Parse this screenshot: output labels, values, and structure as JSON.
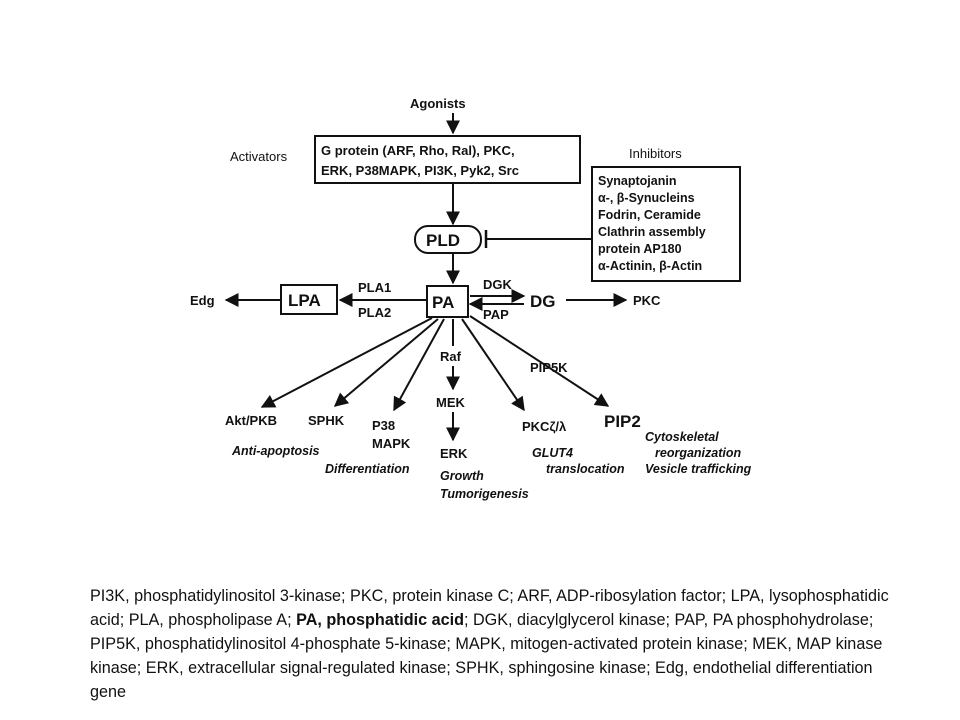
{
  "diagram": {
    "agonists": "Agonists",
    "activators_label": "Activators",
    "activators_line1": "G protein (ARF, Rho, Ral), PKC,",
    "activators_line2": "ERK, P38MAPK, PI3K, Pyk2, Src",
    "inhibitors_title": "Inhibitors",
    "inhibitors": [
      "Synaptojanin",
      "α-, β-Synucleins",
      "Fodrin, Ceramide",
      "Clathrin assembly",
      "protein AP180",
      "α-Actinin, β-Actin"
    ],
    "pld": "PLD",
    "pa": "PA",
    "lpa": "LPA",
    "edg": "Edg",
    "pla1": "PLA1",
    "pla2": "PLA2",
    "dgk": "DGK",
    "pap": "PAP",
    "dg": "DG",
    "pkc": "PKC",
    "raf": "Raf",
    "mek": "MEK",
    "erk": "ERK",
    "growth": "Growth",
    "tumorigenesis": "Tumorigenesis",
    "pip5k": "PIP5K",
    "pip2": "PIP2",
    "cytoskeletal": "Cytoskeletal",
    "reorganization": "reorganization",
    "vesicle": "Vesicle trafficking",
    "aktpkb": "Akt/PKB",
    "anti_apoptosis": "Anti-apoptosis",
    "sphk": "SPHK",
    "p38": "P38",
    "mapk": "MAPK",
    "differentiation": "Differentiation",
    "pkc_zeta": "PKCζ/λ",
    "glut4": "GLUT4",
    "translocation": "translocation"
  },
  "caption": {
    "part1": "PI3K, phosphatidylinositol 3-kinase; PKC, protein kinase C; ARF, ADP-ribosylation factor; LPA, lysophosphatidic acid; PLA, phospholipase A; ",
    "bold": "PA, phosphatidic acid",
    "part2": "; DGK, diacylglycerol kinase; PAP, PA phosphohydrolase; PIP5K, phosphatidylinositol 4-phosphate 5-kinase; MAPK, mitogen-activated protein kinase; MEK, MAP kinase kinase; ERK, extracellular signal-regulated kinase; SPHK, sphingosine kinase; Edg, endothelial differentiation gene"
  }
}
